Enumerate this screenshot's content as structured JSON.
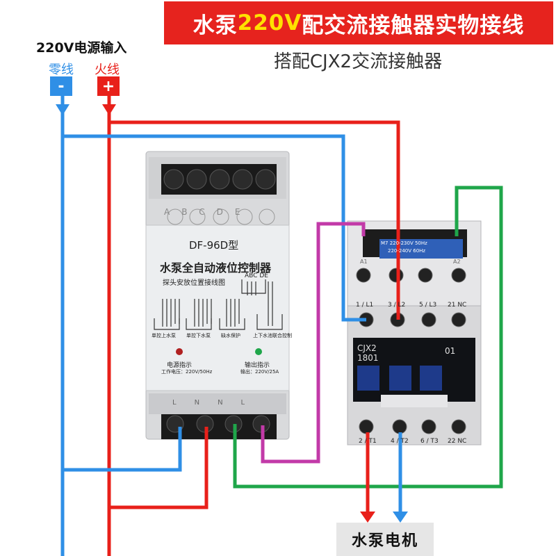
{
  "banner": {
    "prefix": "水泵",
    "highlight": "220V",
    "suffix": "配交流接触器实物接线"
  },
  "subtitle": "搭配CJX2交流接触器",
  "power_input": {
    "title": "220V电源输入",
    "neutral": {
      "label": "零线",
      "sign": "-"
    },
    "live": {
      "label": "火线",
      "sign": "+"
    }
  },
  "controller": {
    "model": "DF-96D型",
    "name": "水泵全自动液位控制器",
    "probe_hint": "探头安放位置接线图",
    "probe_letters": [
      "A",
      "B",
      "C",
      "D",
      "E"
    ],
    "probe_group": "ABC DE",
    "diagram_labels": [
      "单控上水泵",
      "单控下水泵",
      "缺水保护",
      "上下水池联合控制"
    ],
    "power_indicator": "电源指示",
    "work_voltage": "工作电压：220V/50Hz",
    "output_indicator": "输出指示",
    "output_rating": "输出：220V/25A",
    "bottom_terminals": [
      "L",
      "N",
      "N",
      "L"
    ]
  },
  "contactor": {
    "coil_rating_1": "M7 220-230V 50Hz",
    "coil_rating_2": "220-240V 60Hz",
    "coil_terminals": [
      "A1",
      "A2"
    ],
    "top_terminals": [
      "1 / L1",
      "3 / L2",
      "5 / L3",
      "21 NC"
    ],
    "bottom_terminals": [
      "2 / T1",
      "4 / T2",
      "6 / T3",
      "22 NC"
    ],
    "model": "CJX2",
    "model_sub": "1801",
    "aux": "01"
  },
  "pump_label": "水泵电机",
  "colors": {
    "live": "#e8201a",
    "neutral": "#2f8fe6",
    "coil_green": "#1fa64a",
    "coil_magenta": "#c23aa8",
    "banner": "#e6231e"
  }
}
